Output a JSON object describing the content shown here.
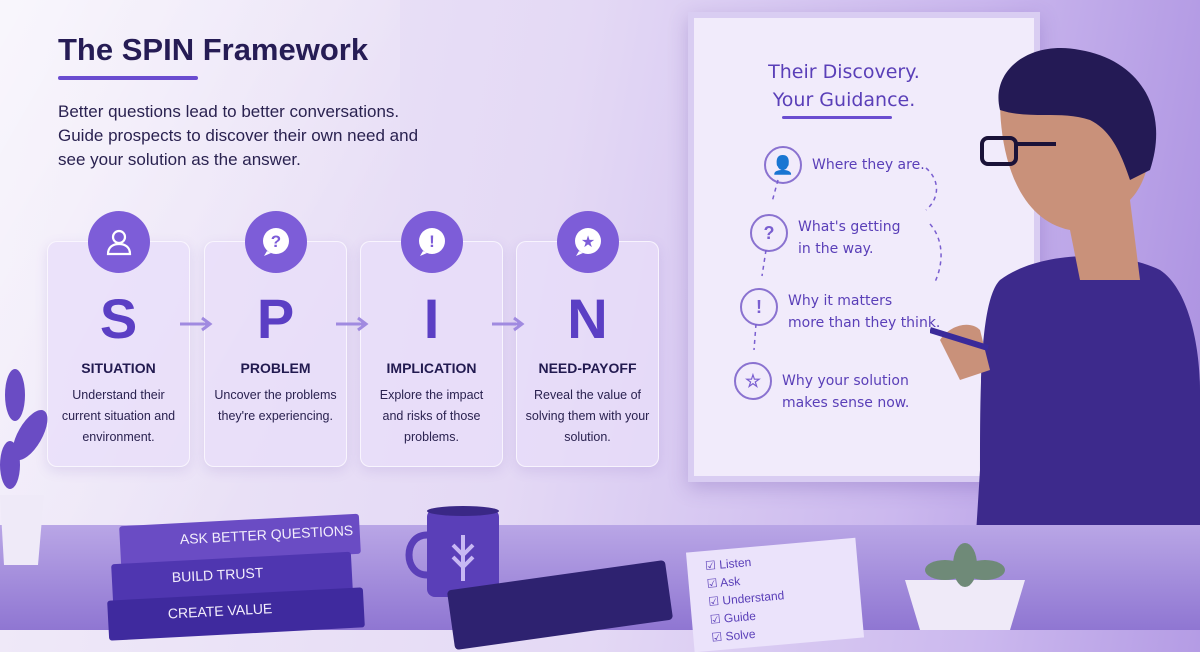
{
  "header": {
    "title": "The SPIN Framework",
    "subtitle": "Better questions lead to better conversations. Guide prospects to discover their own need and see your solution as the answer."
  },
  "cards": [
    {
      "letter": "S",
      "title": "SITUATION",
      "desc": "Understand their current situation and environment.",
      "icon": "person-icon"
    },
    {
      "letter": "P",
      "title": "PROBLEM",
      "desc": "Uncover the problems they're experiencing.",
      "icon": "question-icon"
    },
    {
      "letter": "I",
      "title": "IMPLICATION",
      "desc": "Explore the impact and risks of those problems.",
      "icon": "exclamation-icon"
    },
    {
      "letter": "N",
      "title": "NEED-PAYOFF",
      "desc": "Reveal the value of solving them with your solution.",
      "icon": "star-icon"
    }
  ],
  "whiteboard": {
    "title1": "Their Discovery.",
    "title2": "Your Guidance.",
    "steps": [
      {
        "line1": "Where they are.",
        "line2": "",
        "glyph": "👤"
      },
      {
        "line1": "What's getting",
        "line2": "in the way.",
        "glyph": "?"
      },
      {
        "line1": "Why it matters",
        "line2": "more than they think.",
        "glyph": "!"
      },
      {
        "line1": "Why your solution",
        "line2": "makes sense now.",
        "glyph": "☆"
      }
    ]
  },
  "books": [
    "ASK BETTER QUESTIONS",
    "BUILD TRUST",
    "CREATE VALUE"
  ],
  "checklist": [
    "Listen",
    "Ask",
    "Understand",
    "Guide",
    "Solve"
  ],
  "colors": {
    "accent": "#7d5dd8",
    "text": "#261c55"
  }
}
